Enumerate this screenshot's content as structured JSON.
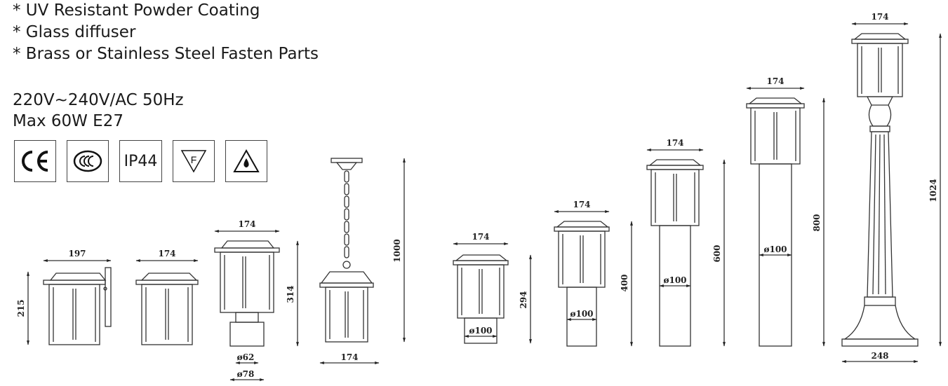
{
  "features": [
    "* UV Resistant Powder Coating",
    "* Glass diffuser",
    "* Brass or Stainless Steel Fasten Parts"
  ],
  "electrical": {
    "voltage": "220V~240V/AC 50Hz",
    "power": "Max 60W E27"
  },
  "certifications": [
    {
      "icon": "ce-mark-icon",
      "label": "CE"
    },
    {
      "icon": "ccc-mark-icon",
      "label": "CCC"
    },
    {
      "icon": "ip-rating-badge",
      "label": "IP44"
    },
    {
      "icon": "f-mark-icon",
      "label": "F"
    },
    {
      "icon": "drip-proof-icon",
      "label": ""
    }
  ],
  "dimensions": {
    "wall_width": "197",
    "wall_height": "215",
    "ceiling_width": "174",
    "post_top_width": "174",
    "post_top_height": "314",
    "post_top_dia1": "ø62",
    "post_top_dia2": "ø78",
    "pendant_width": "174",
    "pendant_height": "1000",
    "b294_width": "174",
    "b294_height": "294",
    "b294_dia": "ø100",
    "b400_width": "174",
    "b400_height": "400",
    "b400_dia": "ø100",
    "b600_width": "174",
    "b600_height": "600",
    "b600_dia": "ø100",
    "b800_width": "174",
    "b800_height": "800",
    "b800_dia": "ø100",
    "pole_width": "174",
    "pole_height": "1024",
    "pole_base": "248"
  }
}
